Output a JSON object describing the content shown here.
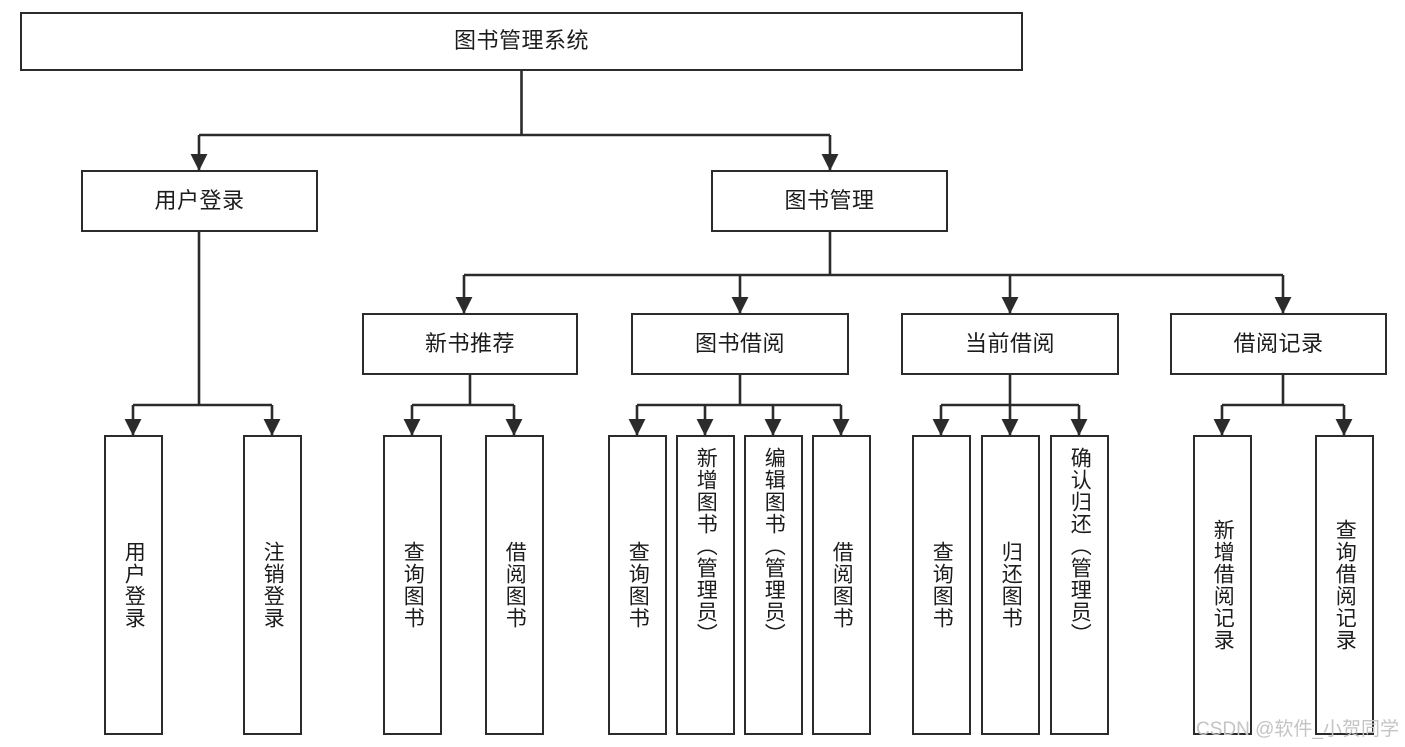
{
  "diagram": {
    "title_node": {
      "label": "图书管理系统"
    },
    "level2": [
      {
        "label": "用户登录"
      },
      {
        "label": "图书管理"
      }
    ],
    "level3": [
      {
        "label": "新书推荐"
      },
      {
        "label": "图书借阅"
      },
      {
        "label": "当前借阅"
      },
      {
        "label": "借阅记录"
      }
    ],
    "leaves": {
      "user_login": [
        {
          "label": "用户登录"
        },
        {
          "label": "注销登录"
        }
      ],
      "new_book_recommend": [
        {
          "label": "查询图书"
        },
        {
          "label": "借阅图书"
        }
      ],
      "book_borrow": [
        {
          "label": "查询图书"
        },
        {
          "label": "新增图书（管理员）"
        },
        {
          "label": "编辑图书（管理员）"
        },
        {
          "label": "借阅图书"
        }
      ],
      "current_borrow": [
        {
          "label": "查询图书"
        },
        {
          "label": "归还图书"
        },
        {
          "label": "确认归还（管理员）"
        }
      ],
      "borrow_record": [
        {
          "label": "新增借阅记录"
        },
        {
          "label": "查询借阅记录"
        }
      ]
    }
  },
  "watermark": {
    "text": "CSDN @软件_小贺同学"
  },
  "colors": {
    "border": "#2b2b2b",
    "text": "#1c1c1c",
    "background": "#ffffff",
    "watermark": "#c4c4c4"
  }
}
